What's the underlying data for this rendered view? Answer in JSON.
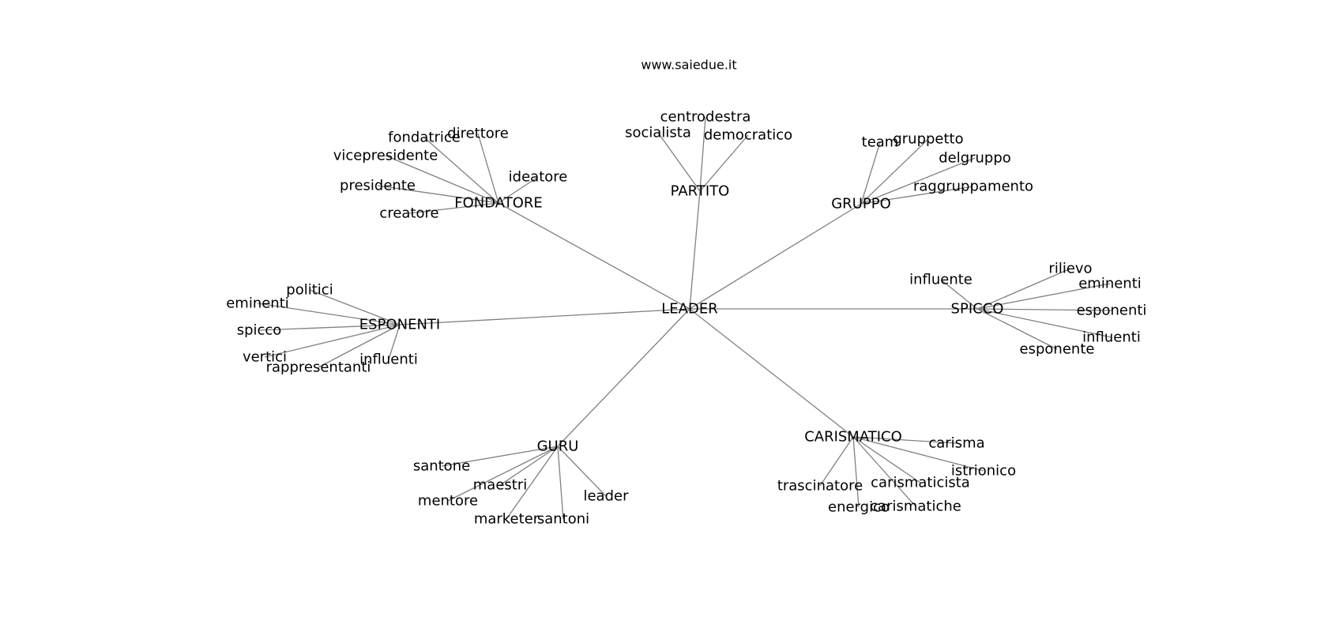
{
  "site": "www.saiedue.it",
  "center": "LEADER",
  "clusters": [
    {
      "hub": "FONDATORE",
      "words": [
        "fondatrice",
        "direttore",
        "vicepresidente",
        "ideatore",
        "presidente",
        "creatore"
      ]
    },
    {
      "hub": "PARTITO",
      "words": [
        "centrodestra",
        "socialista",
        "democratico"
      ]
    },
    {
      "hub": "GRUPPO",
      "words": [
        "team",
        "gruppetto",
        "delgruppo",
        "raggruppamento"
      ]
    },
    {
      "hub": "ESPONENTI",
      "words": [
        "politici",
        "eminenti",
        "spicco",
        "vertici",
        "rappresentanti",
        "influenti"
      ]
    },
    {
      "hub": "SPICCO",
      "words": [
        "influente",
        "rilievo",
        "eminenti",
        "esponenti",
        "influenti",
        "esponente"
      ]
    },
    {
      "hub": "GURU",
      "words": [
        "santone",
        "maestri",
        "mentore",
        "marketer",
        "santoni",
        "leader"
      ]
    },
    {
      "hub": "CARISMATICO",
      "words": [
        "carisma",
        "istrionico",
        "carismaticista",
        "trascinatore",
        "energico",
        "carismatiche"
      ]
    }
  ]
}
